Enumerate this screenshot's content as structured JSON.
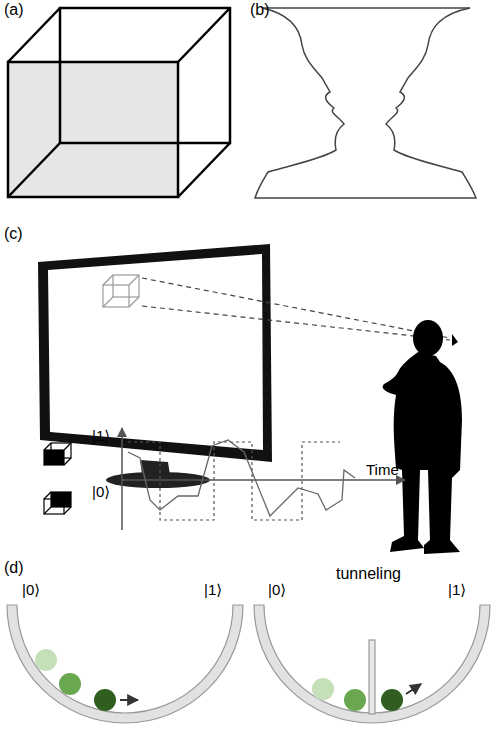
{
  "diagram": {
    "labels": [
      "(a)",
      "(b)",
      "(c)",
      "|1⟩",
      "|0⟩",
      "Time",
      "(d)",
      "|0⟩",
      "|1⟩",
      "tunneling",
      "|0⟩",
      "|1⟩"
    ]
  }
}
